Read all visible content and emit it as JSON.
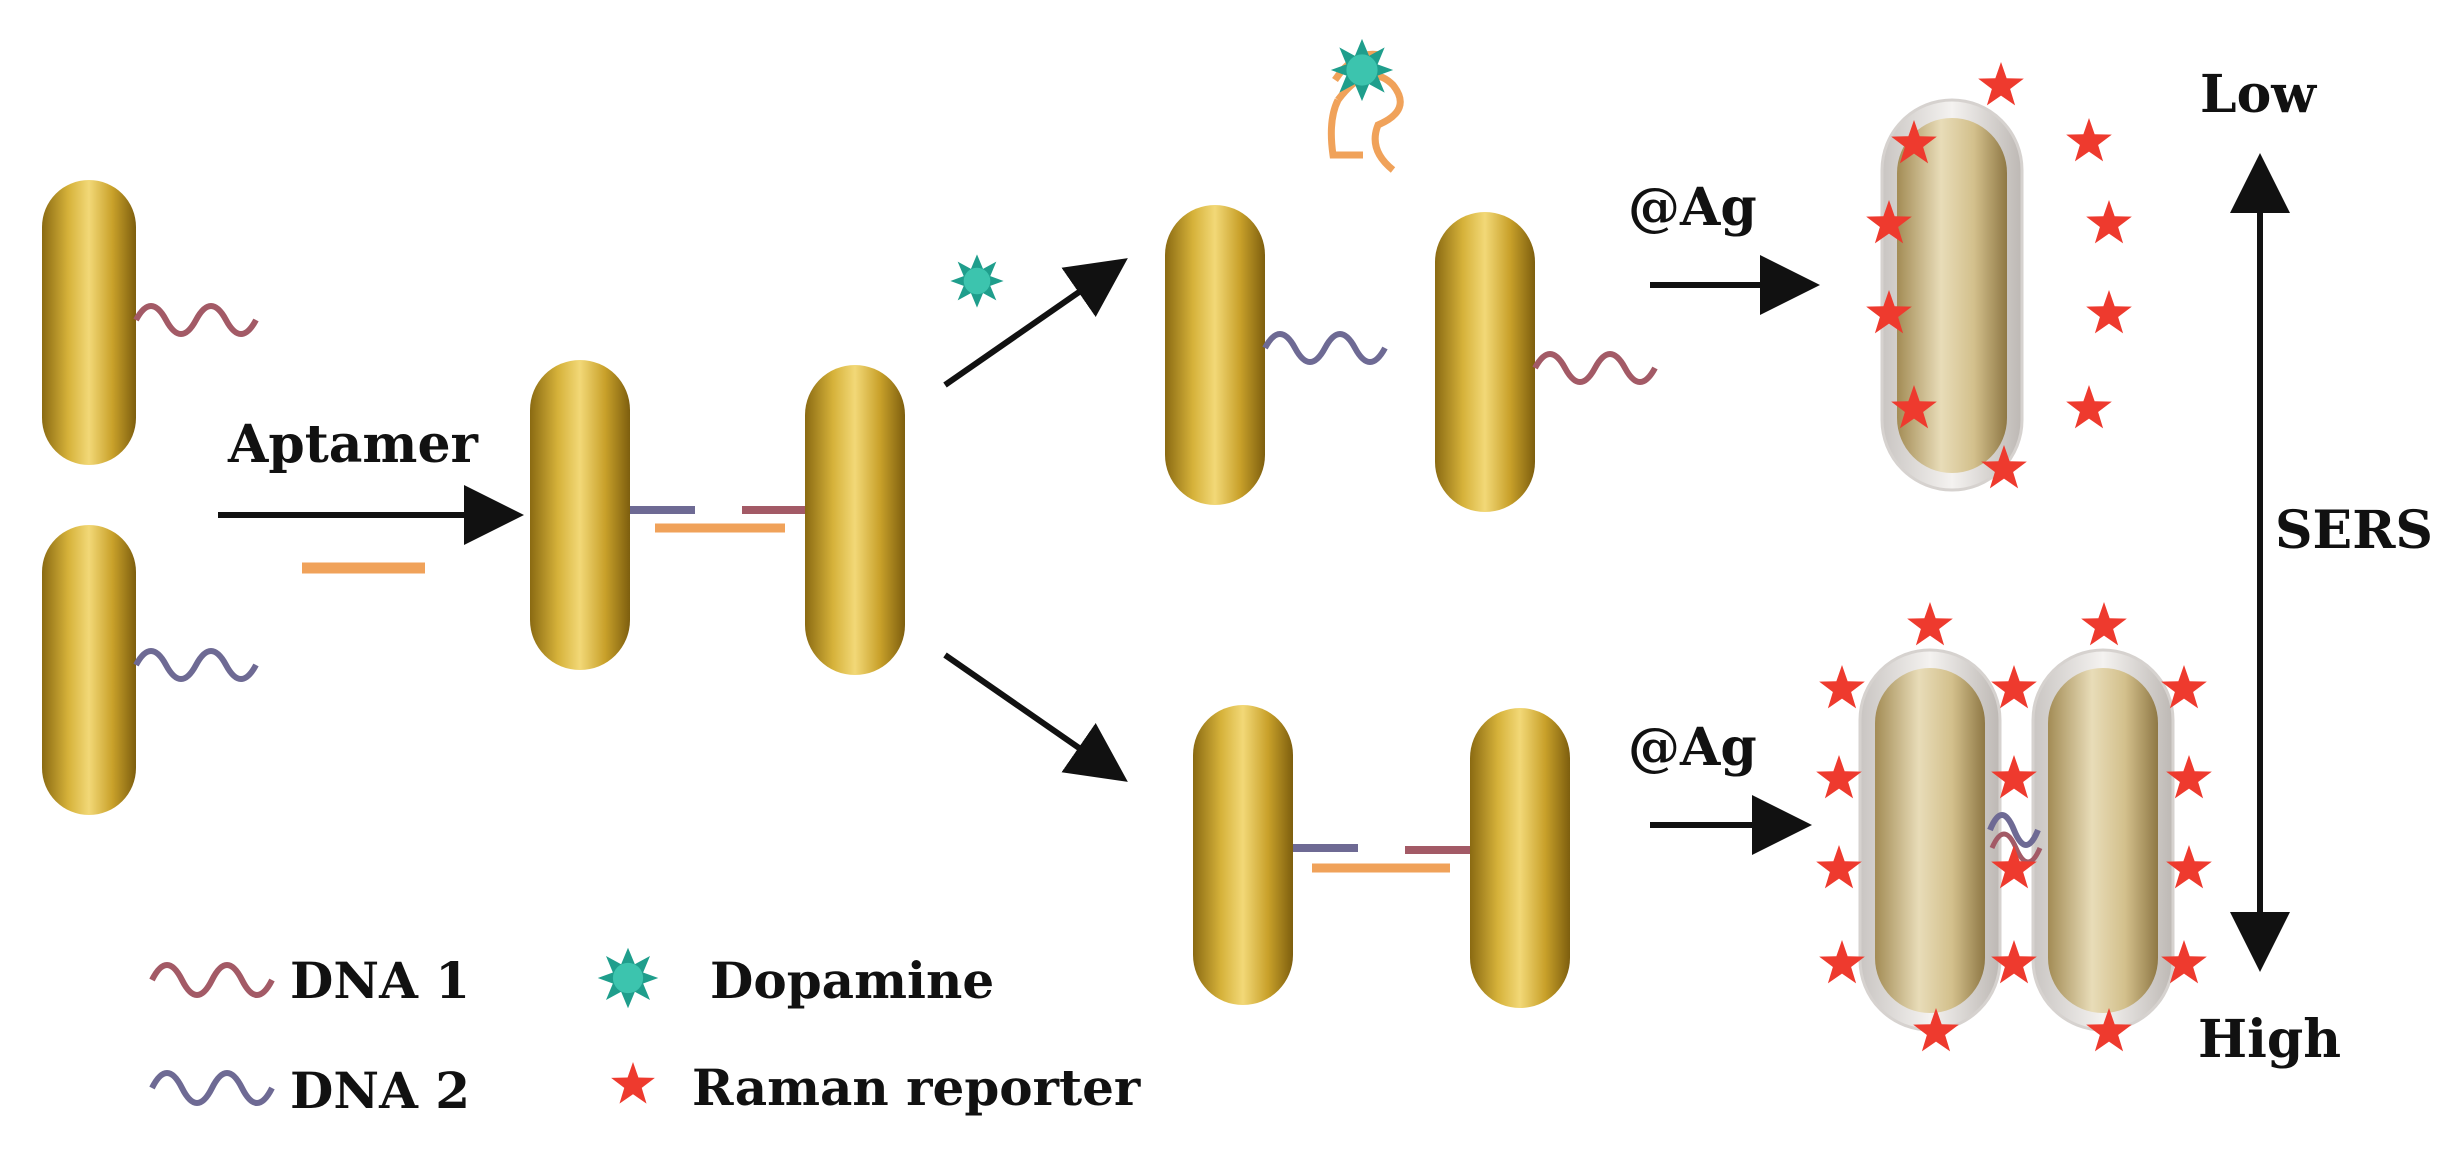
{
  "labels": {
    "aptamer": "Aptamer",
    "ag_top": "@Ag",
    "ag_bottom": "@Ag",
    "low": "Low",
    "high": "High",
    "sers": "SERS"
  },
  "legend": {
    "dna1": "DNA 1",
    "dna2": "DNA 2",
    "dopamine": "Dopamine",
    "raman": "Raman reporter"
  },
  "colors": {
    "gold": "#d6b23a",
    "gold_dark": "#8a6a12",
    "dna1": "#a35a66",
    "dna2": "#6e6a94",
    "aptamer": "#f0a25a",
    "dopamine": "#1f9e8c",
    "star": "#ee3a2e",
    "silver_shell": "#e6e2df",
    "silver_core": "#d9c99a",
    "arrow": "#111111"
  }
}
